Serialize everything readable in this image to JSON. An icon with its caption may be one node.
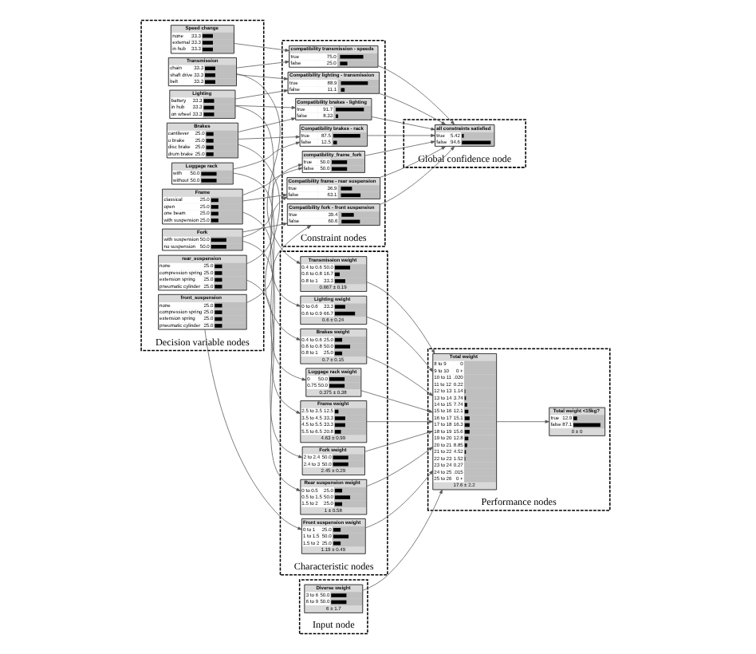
{
  "diagram": {
    "nodes": [
      {
        "text": [
          "Decision variable nodes"
        ]
      },
      {
        "text": [
          "Luggage rack",
          "with",
          "50.0",
          "without",
          "50.0"
        ],
        "in": 0
      },
      {
        "text": [
          "Brakes",
          "cantilever",
          "25.0",
          "u brake",
          "25.0",
          "disc brake",
          "25.0",
          "drum brake",
          "25.0"
        ],
        "in": 0
      },
      {
        "text": [
          "Lighting",
          "battery",
          "33.3",
          "in hub",
          "33.3",
          "on wheel",
          "33.3"
        ],
        "in": 0
      },
      {
        "text": [
          "Transmission",
          "chain",
          "33.3",
          "shaft drive",
          "33.3",
          "belt",
          "33.3"
        ],
        "in": 0
      },
      {
        "text": [
          "Speed change",
          "none",
          "33.3",
          "external",
          "33.3",
          "in hub",
          "33.3"
        ],
        "in": 0
      },
      {
        "text": [
          "Frame",
          "classical",
          "25.0",
          "open",
          "25.0",
          "one beam",
          "25.0",
          "with suspension",
          "25.0"
        ],
        "in": 0
      },
      {
        "text": [
          "rear_suspension",
          "none",
          "25.0",
          "compression spring",
          "25.0",
          "extension spring",
          "25.0",
          "pneumatic cylinder",
          "25.0"
        ],
        "in": 0
      },
      {
        "text": [
          "front_suspension",
          "none",
          "25.0",
          "compression spring",
          "25.0",
          "extension spring",
          "25.0",
          "pneumatic cylinder",
          "25.0"
        ],
        "in": 0
      },
      {
        "text": [
          "Fork",
          "with suspension",
          "50.0",
          "no suspension",
          "50.0"
        ],
        "in": 0
      },
      {
        "text": [
          "Constraint nodes"
        ]
      },
      {
        "text": [
          "Compatibility brakes - rack",
          "true",
          "87.5",
          "false",
          "12.5"
        ],
        "in": 10
      },
      {
        "text": [
          "Compatibility brakes - lighting",
          "true",
          "91.7",
          "false",
          "8.33"
        ],
        "in": 10
      },
      {
        "text": [
          "Compatibility lighting - transmission",
          "true",
          "88.9",
          "false",
          "11.1"
        ],
        "in": 10
      },
      {
        "text": [
          "compatibility transmission - speeds",
          "true",
          "75.0",
          "false",
          "25.0"
        ],
        "in": 10
      },
      {
        "text": [
          "Compatibility frame - rear suspension",
          "true",
          "36.9",
          "false",
          "63.1"
        ],
        "in": 10
      },
      {
        "text": [
          "compatibility_frame_fork",
          "true",
          "50.0",
          "false",
          "50.0"
        ],
        "in": 10
      },
      {
        "text": [
          "Compatibility fork - front suspension",
          "true",
          "39.4",
          "false",
          "60.6"
        ],
        "in": 10
      },
      {
        "text": [
          "Characteristic nodes"
        ]
      },
      {
        "text": [
          "Luggage rack weight",
          "0",
          "50.0",
          "0.75",
          "50.0",
          "0.375 ± 0.38"
        ],
        "in": 18
      },
      {
        "text": [
          "Brakes weight",
          "0.4 to 0.6",
          "25.0",
          "0.6 to 0.8",
          "50.0",
          "0.8 to 1",
          "25.0",
          "0.7 ± 0.15"
        ],
        "in": 18
      },
      {
        "text": [
          "Lighting weight",
          "0 to 0.6",
          "33.3",
          "0.6 to 0.9",
          "66.7",
          "0.6 ± 0.24"
        ],
        "in": 18
      },
      {
        "text": [
          "Transmission weight",
          "0.4 to 0.6",
          "50.0",
          "0.6 to 0.8",
          "16.7",
          "0.8 to 1",
          "33.3",
          "0.667 ± 0.19"
        ],
        "in": 18
      },
      {
        "text": [
          "Frame weight",
          "2.5 to 3.5",
          "12.5",
          "3.5 to 4.5",
          "33.3",
          "4.5 to 5.5",
          "33.3",
          "5.5 to 6.5",
          "20.8",
          "4.63 ± 0.99"
        ],
        "in": 18
      },
      {
        "text": [
          "Rear suspension weight",
          "0 to 0.5",
          "25.0",
          "0.5 to 1.5",
          "50.0",
          "1.5 to 2",
          "25.0",
          "1 ± 0.58"
        ],
        "in": 18
      },
      {
        "text": [
          "Front suspension weight",
          "0 to 1",
          "25.0",
          "1 to 1.5",
          "50.0",
          "1.5 to 2",
          "25.0",
          "1.19 ± 0.49"
        ],
        "in": 18
      },
      {
        "text": [
          "Fork weight",
          "2 to 2.4",
          "50.0",
          "2.4 to 3",
          "50.0",
          "2.45 ± 0.29"
        ],
        "in": 18
      },
      {
        "text": [
          "Input node"
        ]
      },
      {
        "text": [
          "Diverse weight",
          "3 to 6",
          "50.0",
          "6 to 9",
          "50.0",
          "6 ± 1.7"
        ],
        "in": 27
      },
      {
        "text": [
          "Performance nodes"
        ]
      },
      {
        "text": [
          "Total weight",
          "8 to 9",
          "0",
          "9 to 10",
          "0 +",
          "10 to 11",
          ".020",
          "11 to 12",
          "0.22",
          "12 to 13",
          "1.14",
          "13 to 14",
          "3.74",
          "14 to 15",
          "7.74",
          "15 to 16",
          "12.1",
          "16 to 17",
          "15.1",
          "17 to 18",
          "16.3",
          "18 to 19",
          "15.6",
          "19 to 20",
          "12.8",
          "20 to 21",
          "8.85",
          "21 to 22",
          "4.52",
          "22 to 23",
          "1.52",
          "23 to 24",
          "0.27",
          "24 to 25",
          ".015",
          "25 to 26",
          "0 +",
          "17.6 ± 2.2"
        ],
        "in": 29
      },
      {
        "text": [
          "Total weight <15kg?",
          "true",
          "12.9",
          "false",
          "87.1",
          "0 ± 0"
        ],
        "in": 29
      },
      {
        "text": [
          "Global confidence node"
        ]
      },
      {
        "text": [
          "all constraints satisfied",
          "true",
          "5.42",
          "false",
          "94.6"
        ],
        "in": 32
      }
    ],
    "edges": [
      {
        "from": 1,
        "to": 11,
        "arrow": "to"
      },
      {
        "from": 1,
        "to": 19,
        "arrow": "to"
      },
      {
        "from": 2,
        "to": 11,
        "arrow": "to"
      },
      {
        "from": 2,
        "to": 20,
        "arrow": "to"
      },
      {
        "from": 2,
        "to": 12,
        "arrow": "to"
      },
      {
        "from": 3,
        "to": 12,
        "arrow": "to"
      },
      {
        "from": 3,
        "to": 21,
        "arrow": "to"
      },
      {
        "from": 3,
        "to": 13,
        "arrow": "to"
      },
      {
        "from": 4,
        "to": 13,
        "arrow": "to"
      },
      {
        "from": 4,
        "to": 22,
        "arrow": "to"
      },
      {
        "from": 4,
        "to": 14,
        "arrow": "to"
      },
      {
        "from": 5,
        "to": 14,
        "arrow": "to"
      },
      {
        "from": 6,
        "to": 23,
        "arrow": "to"
      },
      {
        "from": 6,
        "to": 15,
        "arrow": "to"
      },
      {
        "from": 6,
        "to": 16,
        "arrow": "to"
      },
      {
        "from": 7,
        "to": 15,
        "arrow": "to"
      },
      {
        "from": 7,
        "to": 24,
        "arrow": "to"
      },
      {
        "from": 8,
        "to": 25,
        "arrow": "to"
      },
      {
        "from": 8,
        "to": 17,
        "arrow": "to"
      },
      {
        "from": 9,
        "to": 16,
        "arrow": "to"
      },
      {
        "from": 9,
        "to": 26,
        "arrow": "to"
      },
      {
        "from": 9,
        "to": 17,
        "arrow": "to"
      },
      {
        "from": 11,
        "to": 33,
        "arrow": "to"
      },
      {
        "from": 12,
        "to": 33,
        "arrow": "to"
      },
      {
        "from": 13,
        "to": 33,
        "arrow": "to"
      },
      {
        "from": 14,
        "to": 33,
        "arrow": "to"
      },
      {
        "from": 15,
        "to": 33,
        "arrow": "to"
      },
      {
        "from": 16,
        "to": 33,
        "arrow": "to"
      },
      {
        "from": 17,
        "to": 33,
        "arrow": "to"
      },
      {
        "from": 19,
        "to": 30,
        "arrow": "to"
      },
      {
        "from": 20,
        "to": 30,
        "arrow": "to"
      },
      {
        "from": 21,
        "to": 30,
        "arrow": "to"
      },
      {
        "from": 22,
        "to": 30,
        "arrow": "to"
      },
      {
        "from": 23,
        "to": 30,
        "arrow": "to"
      },
      {
        "from": 24,
        "to": 30,
        "arrow": "to"
      },
      {
        "from": 25,
        "to": 30,
        "arrow": "to"
      },
      {
        "from": 26,
        "to": 30,
        "arrow": "to"
      },
      {
        "from": 28,
        "to": 30,
        "arrow": "to"
      },
      {
        "from": 30,
        "to": 31,
        "arrow": "to"
      }
    ]
  }
}
